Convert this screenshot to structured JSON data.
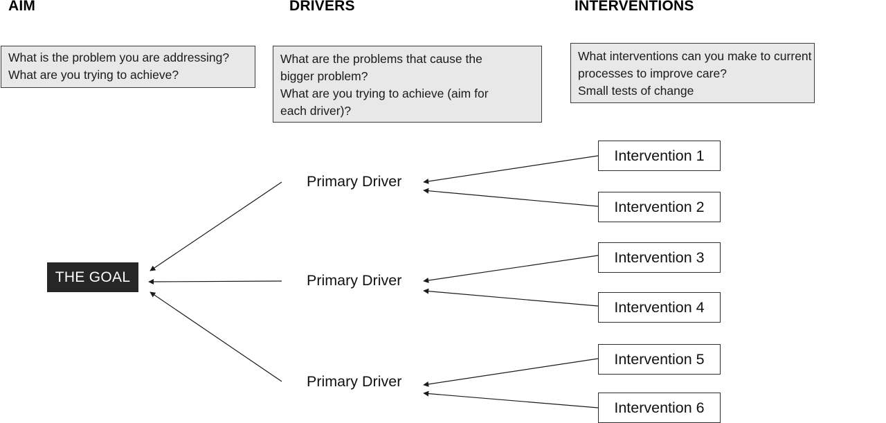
{
  "headings": {
    "aim": "AIM",
    "drivers": "DRIVERS",
    "interventions": "INTERVENTIONS"
  },
  "info_boxes": {
    "aim": [
      "What is the problem you are addressing?",
      "What are you trying to achieve?"
    ],
    "drivers": [
      "What are the problems that cause the",
      "bigger problem?",
      "What are you trying to achieve (aim for",
      "each driver)?"
    ],
    "interventions": [
      "What interventions can you make to current",
      "processes to improve care?",
      "Small tests of change"
    ]
  },
  "goal": {
    "label": "THE GOAL"
  },
  "drivers": [
    {
      "label": "Primary Driver"
    },
    {
      "label": "Primary Driver"
    },
    {
      "label": "Primary Driver"
    }
  ],
  "interventions": [
    {
      "label": "Intervention 1"
    },
    {
      "label": "Intervention 2"
    },
    {
      "label": "Intervention 3"
    },
    {
      "label": "Intervention 4"
    },
    {
      "label": "Intervention 5"
    },
    {
      "label": "Intervention 6"
    }
  ],
  "colors": {
    "box_fill": "#e8e8e8",
    "goal_fill": "#262626",
    "goal_text": "#ffffff",
    "line": "#1a1a1a"
  }
}
